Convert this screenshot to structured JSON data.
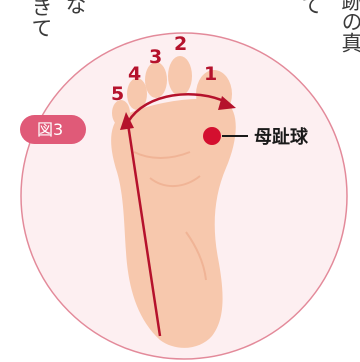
{
  "bg_text": {
    "top_left_1": "な",
    "top_left_2": "きて",
    "top_center": "て",
    "top_right_a": "跡",
    "top_right_b": "の",
    "top_right_c": "真"
  },
  "figure": {
    "badge": "図3",
    "toe_numbers": [
      "1",
      "2",
      "3",
      "4",
      "5"
    ],
    "callout_label": "母趾球"
  },
  "colors": {
    "circle_fill": "#fdeff1",
    "circle_stroke": "#e38a9a",
    "badge_fill": "#e05a78",
    "foot_fill": "#f7c8ad",
    "foot_shade": "#f0b496",
    "arrow": "#b5122c",
    "dot": "#d40f2f"
  }
}
